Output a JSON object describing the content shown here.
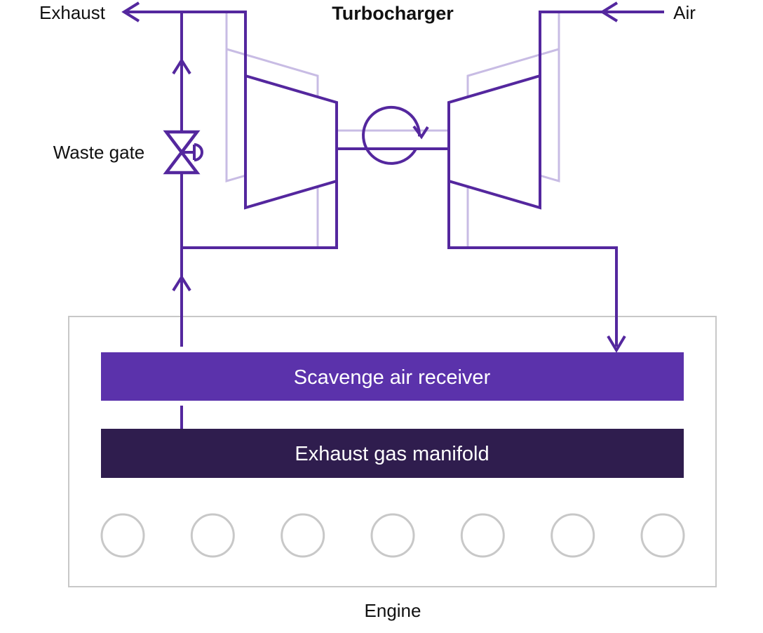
{
  "title": "Turbocharger",
  "labels": {
    "exhaust": "Exhaust",
    "air": "Air",
    "waste_gate": "Waste gate",
    "engine": "Engine"
  },
  "engine": {
    "scavenge_bar": "Scavenge air receiver",
    "exhaust_bar": "Exhaust gas manifold",
    "cylinder_count": 7
  },
  "icons": {
    "rotation": "clockwise-rotation-arrow",
    "valve": "waste-gate-valve",
    "flow_arrows": [
      "exhaust-out-left",
      "air-in-left",
      "waste-gate-up",
      "exhaust-up",
      "scavenge-down"
    ]
  },
  "colors": {
    "line": "#54279e",
    "shadow": "#c8bce4",
    "bar_air": "#5b32ab",
    "bar_gas": "#2f1d4e",
    "outline": "#c8c8c8",
    "ink": "#111111",
    "bar_text": "#ffffff"
  }
}
